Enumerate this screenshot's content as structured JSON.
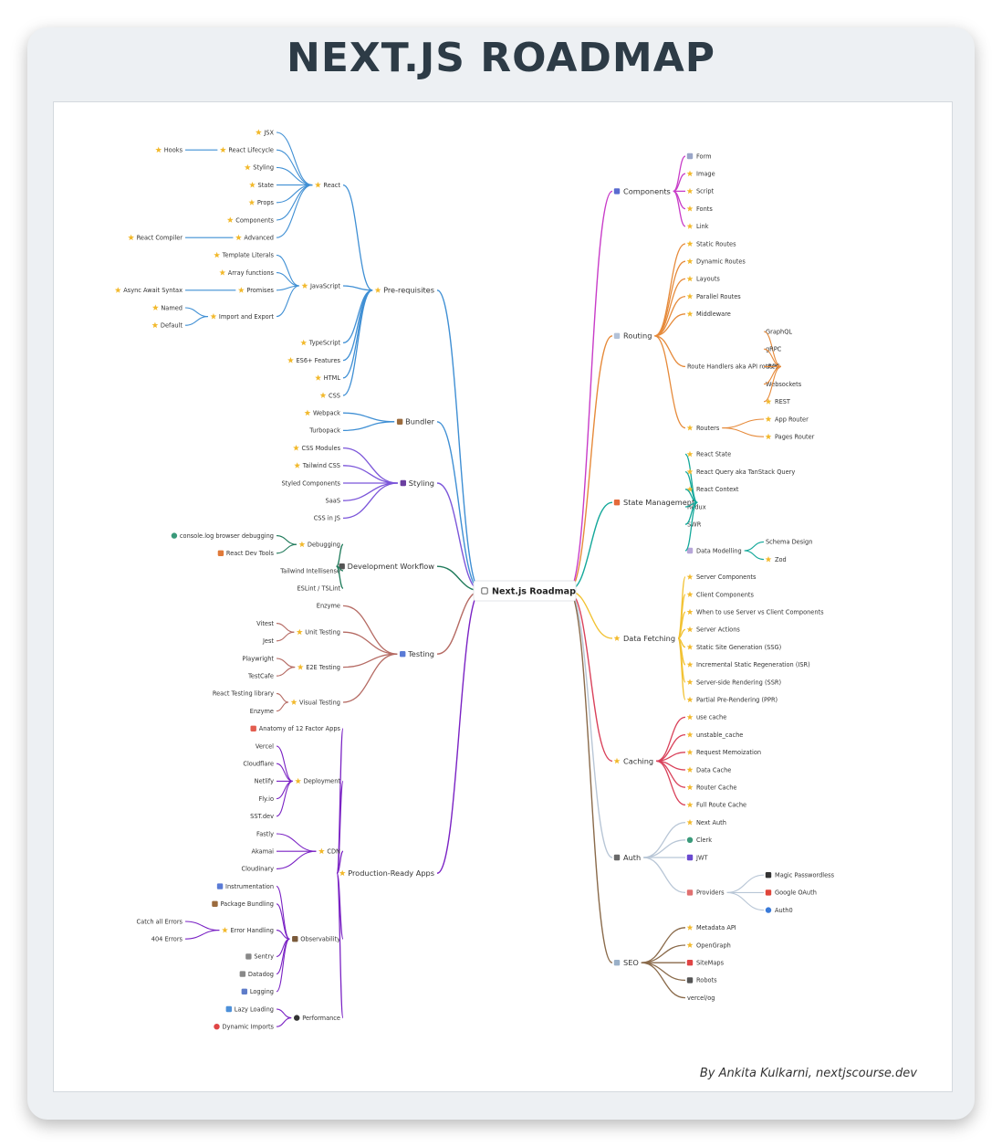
{
  "title": "NEXT.JS ROADMAP",
  "credit": "By Ankita Kulkarni, nextjscourse.dev",
  "colors": {
    "star": "#f2b92c",
    "text": "#333333"
  },
  "diagram": {
    "root": {
      "label": "Next.js Roadmap",
      "icon": "calendar-icon"
    },
    "left": [
      {
        "label": "Pre-requisites",
        "icon": "star",
        "color": "#3f8fd4",
        "children": [
          {
            "label": "React",
            "icon": "star",
            "children": [
              {
                "label": "JSX",
                "icon": "star"
              },
              {
                "label": "React Lifecycle",
                "icon": "star",
                "children": [
                  {
                    "label": "Hooks",
                    "icon": "star"
                  }
                ]
              },
              {
                "label": "Styling",
                "icon": "star"
              },
              {
                "label": "State",
                "icon": "star"
              },
              {
                "label": "Props",
                "icon": "star"
              },
              {
                "label": "Components",
                "icon": "star"
              },
              {
                "label": "Advanced",
                "icon": "star",
                "children": [
                  {
                    "label": "React Compiler",
                    "icon": "star"
                  }
                ]
              }
            ]
          },
          {
            "label": "JavaScript",
            "icon": "star",
            "children": [
              {
                "label": "Template Literals",
                "icon": "star"
              },
              {
                "label": "Array functions",
                "icon": "star"
              },
              {
                "label": "Promises",
                "icon": "star",
                "children": [
                  {
                    "label": "Async Await Syntax",
                    "icon": "star"
                  }
                ]
              },
              {
                "label": "Import and Export",
                "icon": "star",
                "children": [
                  {
                    "label": "Named",
                    "icon": "star"
                  },
                  {
                    "label": "Default",
                    "icon": "star"
                  }
                ]
              }
            ]
          },
          {
            "label": "TypeScript",
            "icon": "star"
          },
          {
            "label": "ES6+ Features",
            "icon": "star"
          },
          {
            "label": "HTML",
            "icon": "star"
          },
          {
            "label": "CSS",
            "icon": "star"
          }
        ]
      },
      {
        "label": "Bundler",
        "icon": "box",
        "color": "#3f8fd4",
        "children": [
          {
            "label": "Webpack",
            "icon": "star"
          },
          {
            "label": "Turbopack",
            "icon": ""
          }
        ]
      },
      {
        "label": "Styling",
        "icon": "paint",
        "color": "#7b55d9",
        "children": [
          {
            "label": "CSS Modules",
            "icon": "star"
          },
          {
            "label": "Tailwind CSS",
            "icon": "star"
          },
          {
            "label": "Styled Components",
            "icon": ""
          },
          {
            "label": "SaaS",
            "icon": ""
          },
          {
            "label": "CSS in JS",
            "icon": ""
          }
        ]
      },
      {
        "label": "Development Workflow",
        "icon": "code",
        "color": "#1f7a5a",
        "children": [
          {
            "label": "Debugging",
            "icon": "star",
            "children": [
              {
                "label": "console.log browser debugging",
                "icon": "globe"
              },
              {
                "label": "React Dev Tools",
                "icon": "tools"
              }
            ]
          },
          {
            "label": "Tailwind Intellisense",
            "icon": ""
          },
          {
            "label": "ESLint / TSLint",
            "icon": ""
          }
        ]
      },
      {
        "label": "Testing",
        "icon": "flask",
        "color": "#b56a63",
        "children": [
          {
            "label": "Enzyme",
            "icon": ""
          },
          {
            "label": "Unit Testing",
            "icon": "star",
            "children": [
              {
                "label": "Vitest",
                "icon": ""
              },
              {
                "label": "Jest",
                "icon": ""
              }
            ]
          },
          {
            "label": "E2E Testing",
            "icon": "star",
            "children": [
              {
                "label": "Playwright",
                "icon": ""
              },
              {
                "label": "TestCafe",
                "icon": ""
              }
            ]
          },
          {
            "label": "Visual Testing",
            "icon": "star",
            "children": [
              {
                "label": "React Testing library",
                "icon": ""
              },
              {
                "label": "Enzyme",
                "icon": ""
              }
            ]
          }
        ]
      },
      {
        "label": "Production-Ready Apps",
        "icon": "star",
        "color": "#7a22c4",
        "children": [
          {
            "label": "Anatomy of 12 Factor Apps",
            "icon": "rocket"
          },
          {
            "label": "Deployment",
            "icon": "star",
            "children": [
              {
                "label": "Vercel",
                "icon": ""
              },
              {
                "label": "Cloudflare",
                "icon": ""
              },
              {
                "label": "Netlify",
                "icon": ""
              },
              {
                "label": "Fly.io",
                "icon": ""
              },
              {
                "label": "SST.dev",
                "icon": ""
              }
            ]
          },
          {
            "label": "CDN",
            "icon": "star",
            "children": [
              {
                "label": "Fastly",
                "icon": ""
              },
              {
                "label": "Akamai",
                "icon": ""
              },
              {
                "label": "Cloudinary",
                "icon": ""
              }
            ]
          },
          {
            "label": "Observability",
            "icon": "person",
            "children": [
              {
                "label": "Instrumentation",
                "icon": "flask"
              },
              {
                "label": "Package Bundling",
                "icon": "box"
              },
              {
                "label": "Error Handling",
                "icon": "star",
                "children": [
                  {
                    "label": "Catch all Errors",
                    "icon": ""
                  },
                  {
                    "label": "404 Errors",
                    "icon": ""
                  }
                ]
              },
              {
                "label": "Sentry",
                "icon": "glasses"
              },
              {
                "label": "Datadog",
                "icon": "glasses"
              },
              {
                "label": "Logging",
                "icon": "log"
              }
            ]
          },
          {
            "label": "Performance",
            "icon": "dot",
            "children": [
              {
                "label": "Lazy Loading",
                "icon": "chart"
              },
              {
                "label": "Dynamic Imports",
                "icon": "red-dot"
              }
            ]
          }
        ]
      }
    ],
    "right": [
      {
        "label": "Components",
        "icon": "grid",
        "color": "#c83cc8",
        "children": [
          {
            "label": "Form",
            "icon": "form"
          },
          {
            "label": "Image",
            "icon": "star"
          },
          {
            "label": "Script",
            "icon": "star"
          },
          {
            "label": "Fonts",
            "icon": "star"
          },
          {
            "label": "Link",
            "icon": "star"
          }
        ]
      },
      {
        "label": "Routing",
        "icon": "route",
        "color": "#e68a3a",
        "children": [
          {
            "label": "Static Routes",
            "icon": "star"
          },
          {
            "label": "Dynamic Routes",
            "icon": "star"
          },
          {
            "label": "Layouts",
            "icon": "star"
          },
          {
            "label": "Parallel Routes",
            "icon": "star"
          },
          {
            "label": "Middleware",
            "icon": "star"
          },
          {
            "label": "Route Handlers aka API routes",
            "icon": "",
            "children": [
              {
                "label": "GraphQL",
                "icon": ""
              },
              {
                "label": "gRPC",
                "icon": ""
              },
              {
                "label": "tRPC",
                "icon": ""
              },
              {
                "label": "Websockets",
                "icon": ""
              },
              {
                "label": "REST",
                "icon": "star"
              }
            ]
          },
          {
            "label": "Routers",
            "icon": "star",
            "children": [
              {
                "label": "App Router",
                "icon": "star"
              },
              {
                "label": "Pages Router",
                "icon": "star"
              }
            ]
          }
        ]
      },
      {
        "label": "State Management",
        "icon": "puzzle",
        "color": "#14a89a",
        "children": [
          {
            "label": "React State",
            "icon": "star"
          },
          {
            "label": "React Query aka TanStack Query",
            "icon": "star"
          },
          {
            "label": "React Context",
            "icon": "star"
          },
          {
            "label": "Redux",
            "icon": ""
          },
          {
            "label": "SWR",
            "icon": ""
          },
          {
            "label": "Data Modelling",
            "icon": "cube",
            "children": [
              {
                "label": "Schema Design",
                "icon": ""
              },
              {
                "label": "Zod",
                "icon": "star"
              }
            ]
          }
        ]
      },
      {
        "label": "Data Fetching",
        "icon": "star",
        "color": "#f2c233",
        "children": [
          {
            "label": "Server Components",
            "icon": "star"
          },
          {
            "label": "Client Components",
            "icon": "star"
          },
          {
            "label": "When to use Server vs Client Components",
            "icon": "star"
          },
          {
            "label": "Server Actions",
            "icon": "star"
          },
          {
            "label": "Static Site Generation (SSG)",
            "icon": "star"
          },
          {
            "label": "Incremental Static Regeneration (ISR)",
            "icon": "star"
          },
          {
            "label": "Server-side Rendering (SSR)",
            "icon": "star"
          },
          {
            "label": "Partial Pre-Rendering (PPR)",
            "icon": "star"
          }
        ]
      },
      {
        "label": "Caching",
        "icon": "star",
        "color": "#d9415a",
        "children": [
          {
            "label": "use cache",
            "icon": "star"
          },
          {
            "label": "unstable_cache",
            "icon": "star"
          },
          {
            "label": "Request Memoization",
            "icon": "star"
          },
          {
            "label": "Data Cache",
            "icon": "star"
          },
          {
            "label": "Router Cache",
            "icon": "star"
          },
          {
            "label": "Full Route Cache",
            "icon": "star"
          }
        ]
      },
      {
        "label": "Auth",
        "icon": "id",
        "color": "#b8c6d6",
        "children": [
          {
            "label": "Next Auth",
            "icon": "star"
          },
          {
            "label": "Clerk",
            "icon": "globe"
          },
          {
            "label": "JWT",
            "icon": "gem"
          },
          {
            "label": "Providers",
            "icon": "key",
            "children": [
              {
                "label": "Magic Passwordless",
                "icon": "cam"
              },
              {
                "label": "Google OAuth",
                "icon": "google"
              },
              {
                "label": "Auth0",
                "icon": "drop"
              }
            ]
          }
        ]
      },
      {
        "label": "SEO",
        "icon": "search",
        "color": "#8a6a4a",
        "children": [
          {
            "label": "Metadata API",
            "icon": "star"
          },
          {
            "label": "OpenGraph",
            "icon": "star"
          },
          {
            "label": "SiteMaps",
            "icon": "pin"
          },
          {
            "label": "Robots",
            "icon": "bot"
          },
          {
            "label": "vercel/og",
            "icon": ""
          }
        ]
      }
    ]
  }
}
